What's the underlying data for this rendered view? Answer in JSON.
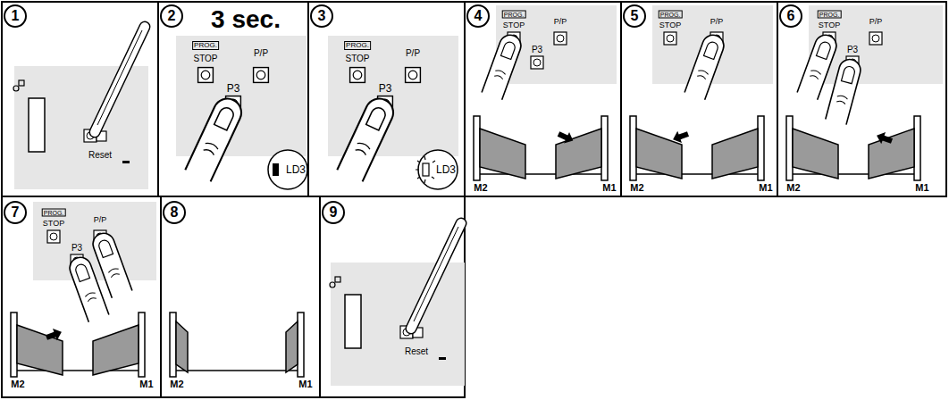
{
  "diagram": {
    "labels": [
      "1",
      "Reset",
      "2",
      "3 sec.",
      "PROG.",
      "STOP",
      "P/P",
      "P3",
      "LD3",
      "3",
      "PROG.",
      "STOP",
      "P/P",
      "P3",
      "LD3",
      "4",
      "PROG.",
      "STOP",
      "P/P",
      "P3",
      "M2",
      "M1",
      "5",
      "PROG.",
      "STOP",
      "P/P",
      "M2",
      "M1",
      "6",
      "PROG.",
      "STOP",
      "P/P",
      "P3",
      "M2",
      "M1",
      "7",
      "PROG.",
      "STOP",
      "P/P",
      "P3",
      "M2",
      "M1",
      "8",
      "M2",
      "M1",
      "9",
      "Reset"
    ]
  }
}
